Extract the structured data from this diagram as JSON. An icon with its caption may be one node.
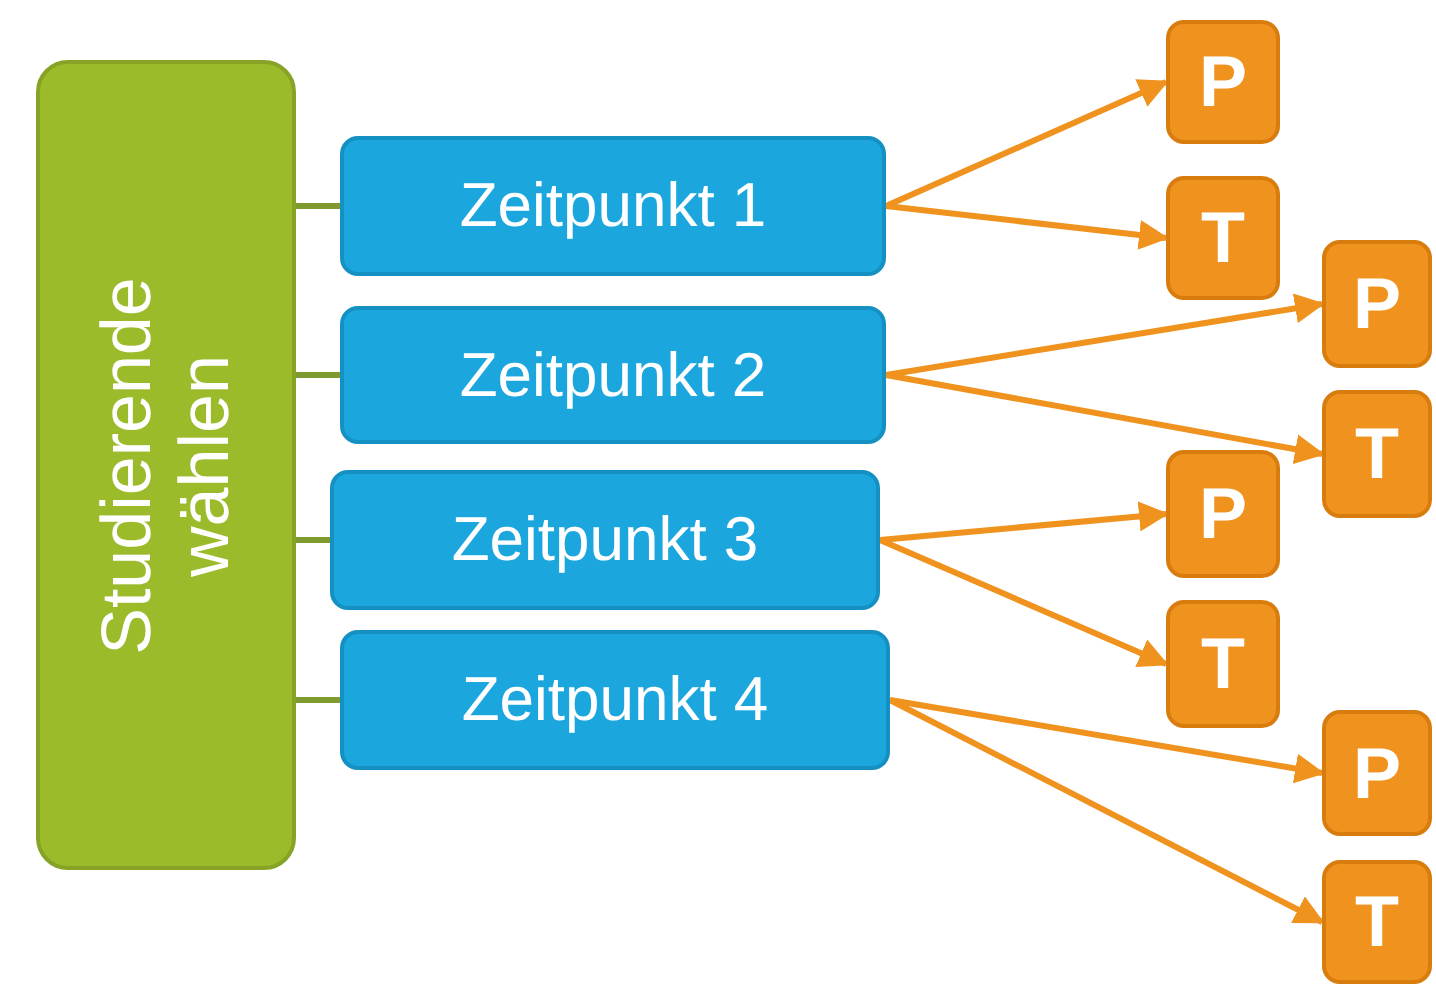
{
  "diagram": {
    "nodes": [
      {
        "text": [
          "Studierende wählen"
        ]
      },
      {
        "text": [
          "Zeitpunkt 1"
        ]
      },
      {
        "text": [
          "P"
        ]
      },
      {
        "text": [
          "T"
        ]
      },
      {
        "text": [
          "Zeitpunkt 2"
        ]
      },
      {
        "text": [
          "P"
        ]
      },
      {
        "text": [
          "T"
        ]
      },
      {
        "text": [
          "Zeitpunkt 3"
        ]
      },
      {
        "text": [
          "P"
        ]
      },
      {
        "text": [
          "T"
        ]
      },
      {
        "text": [
          "Zeitpunkt 4"
        ]
      },
      {
        "text": [
          "P"
        ]
      },
      {
        "text": [
          "T"
        ]
      }
    ],
    "edges": [
      {
        "from": 0,
        "to": 1,
        "arrow": "none",
        "color": "#7f9a2e"
      },
      {
        "from": 0,
        "to": 4,
        "arrow": "none",
        "color": "#7f9a2e"
      },
      {
        "from": 0,
        "to": 7,
        "arrow": "none",
        "color": "#7f9a2e"
      },
      {
        "from": 0,
        "to": 10,
        "arrow": "none",
        "color": "#7f9a2e"
      },
      {
        "from": 1,
        "to": 2,
        "arrow": "to"
      },
      {
        "from": 1,
        "to": 3,
        "arrow": "to"
      },
      {
        "from": 4,
        "to": 5,
        "arrow": "to"
      },
      {
        "from": 4,
        "to": 6,
        "arrow": "to"
      },
      {
        "from": 7,
        "to": 8,
        "arrow": "to"
      },
      {
        "from": 7,
        "to": 9,
        "arrow": "to"
      },
      {
        "from": 10,
        "to": 11,
        "arrow": "to"
      },
      {
        "from": 10,
        "to": 12,
        "arrow": "to"
      }
    ]
  }
}
